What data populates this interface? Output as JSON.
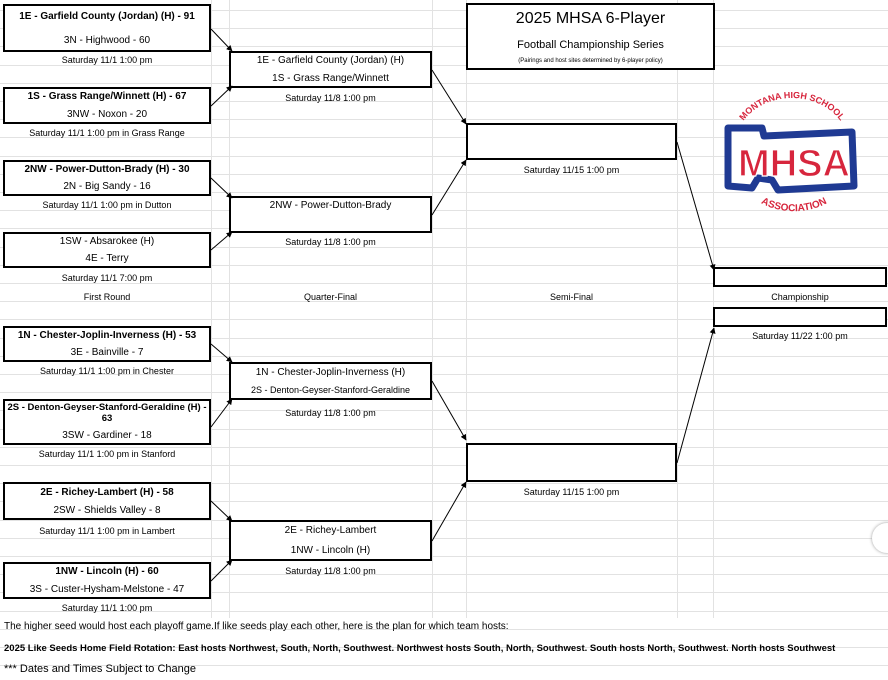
{
  "title": {
    "line1": "2025 MHSA 6-Player",
    "line2": "Football Championship Series",
    "line3": "(Pairings and host sites determined by 6-player policy)"
  },
  "logo": {
    "top_text": "MONTANA HIGH SCHOOL",
    "main_text": "MHSA",
    "bottom_text": "ASSOCIATION",
    "colors": {
      "blue": "#1f3a93",
      "red": "#d7263d"
    }
  },
  "rounds": {
    "first": "First Round",
    "quarter": "Quarter-Final",
    "semi": "Semi-Final",
    "championship": "Championship"
  },
  "first_round": [
    {
      "home": "1E - Garfield County (Jordan) (H) - 91",
      "away": "3N - Highwood - 60",
      "date": "Saturday 11/1 1:00 pm"
    },
    {
      "home": "1S - Grass Range/Winnett (H) - 67",
      "away": "3NW - Noxon - 20",
      "date": "Saturday 11/1 1:00 pm in Grass Range"
    },
    {
      "home": "2NW - Power-Dutton-Brady (H) - 30",
      "away": "2N - Big Sandy - 16",
      "date": "Saturday 11/1 1:00 pm in Dutton"
    },
    {
      "home": "1SW - Absarokee (H)",
      "away": "4E - Terry",
      "date": "Saturday 11/1 7:00 pm"
    },
    {
      "home": "1N - Chester-Joplin-Inverness (H) - 53",
      "away": "3E - Bainville - 7",
      "date": "Saturday 11/1 1:00 pm in Chester"
    },
    {
      "home": "2S - Denton-Geyser-Stanford-Geraldine (H) - 63",
      "away": "3SW - Gardiner - 18",
      "date": "Saturday 11/1 1:00 pm in Stanford"
    },
    {
      "home": "2E - Richey-Lambert (H) - 58",
      "away": "2SW - Shields Valley - 8",
      "date": "Saturday 11/1 1:00 pm in Lambert"
    },
    {
      "home": "1NW - Lincoln (H) - 60",
      "away": "3S - Custer-Hysham-Melstone - 47",
      "date": "Saturday 11/1 1:00 pm"
    }
  ],
  "quarter_final": [
    {
      "top": "1E - Garfield County (Jordan) (H)",
      "bottom": "1S - Grass Range/Winnett",
      "date": "Saturday 11/8 1:00 pm"
    },
    {
      "top": "2NW - Power-Dutton-Brady",
      "bottom": "",
      "date": "Saturday 11/8 1:00 pm"
    },
    {
      "top": "1N - Chester-Joplin-Inverness (H)",
      "bottom": "2S - Denton-Geyser-Stanford-Geraldine",
      "date": "Saturday 11/8 1:00 pm"
    },
    {
      "top": "2E - Richey-Lambert",
      "bottom": "1NW - Lincoln (H)",
      "date": "Saturday 11/8 1:00 pm"
    }
  ],
  "semi_final": [
    {
      "top": "",
      "bottom": "",
      "date": "Saturday 11/15 1:00 pm"
    },
    {
      "top": "",
      "bottom": "",
      "date": "Saturday 11/15 1:00 pm"
    }
  ],
  "championship": {
    "top": "",
    "bottom": "",
    "date": "Saturday 11/22 1:00 pm"
  },
  "footer": {
    "line1": "The higher seed would host each playoff game.If like seeds play each other, here is the plan for which team hosts:",
    "line2": "2025 Like Seeds Home Field Rotation: East hosts Northwest, South, North, Southwest. Northwest hosts South, North, Southwest. South hosts North, Southwest.  North hosts Southwest",
    "line3": "*** Dates  and Times Subject to Change"
  }
}
